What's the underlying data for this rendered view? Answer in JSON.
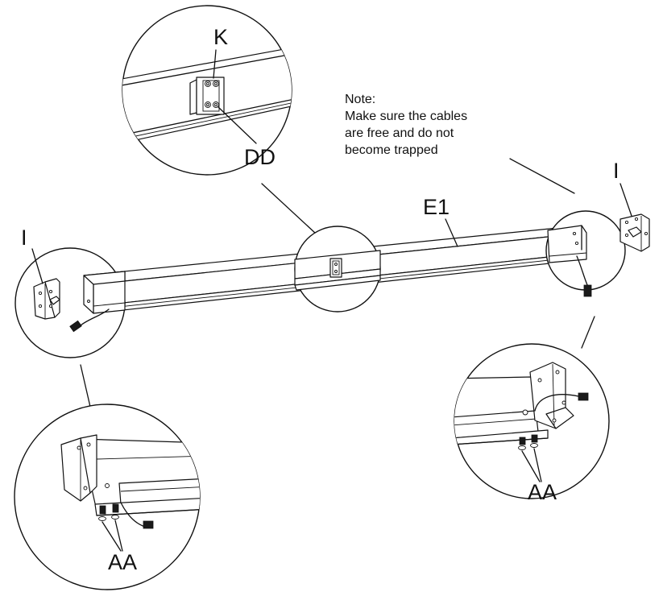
{
  "labels": {
    "k": "K",
    "dd": "DD",
    "e1": "E1",
    "i_left": "I",
    "i_right": "I",
    "aa_left": "AA",
    "aa_right": "AA"
  },
  "note": {
    "line1": "Note:",
    "line2": "Make sure the cables",
    "line3": "are free and do not",
    "line4": "become trapped"
  }
}
